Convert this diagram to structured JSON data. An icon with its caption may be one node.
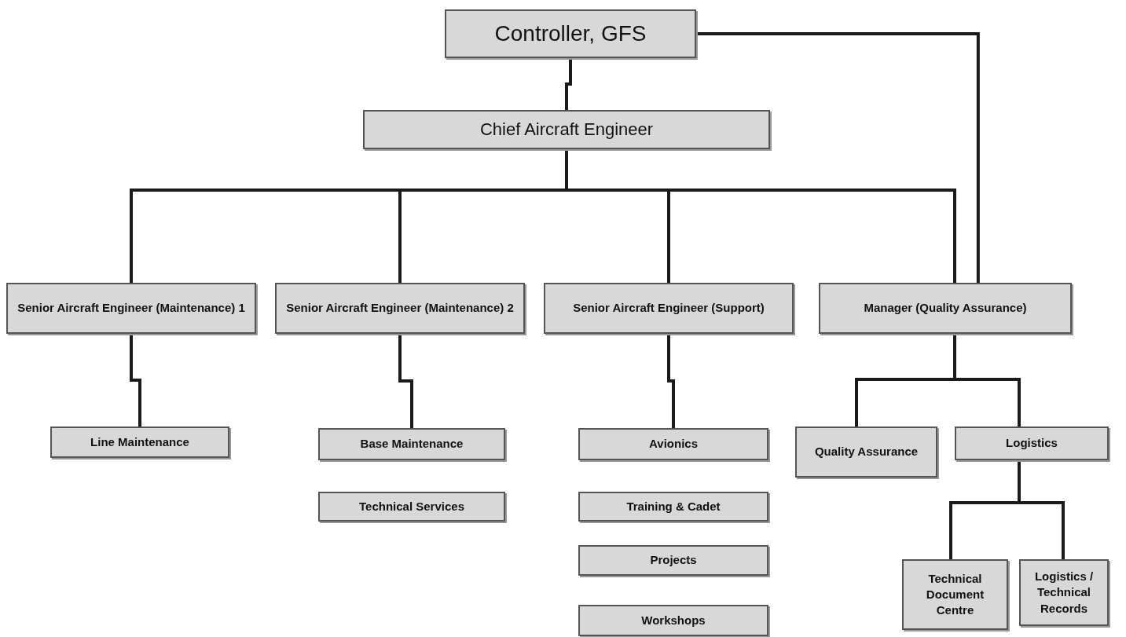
{
  "diagram": {
    "nodes": [
      {
        "text": [
          "Controller, GFS"
        ]
      },
      {
        "text": [
          "Chief Aircraft Engineer"
        ]
      },
      {
        "text": [
          "Senior Aircraft Engineer (Maintenance) 1"
        ]
      },
      {
        "text": [
          "Senior Aircraft Engineer (Maintenance) 2"
        ]
      },
      {
        "text": [
          "Senior Aircraft Engineer (Support)"
        ]
      },
      {
        "text": [
          "Manager (Quality Assurance)"
        ]
      },
      {
        "text": [
          "Line Maintenance"
        ]
      },
      {
        "text": [
          "Base Maintenance"
        ]
      },
      {
        "text": [
          "Technical Services"
        ]
      },
      {
        "text": [
          "Avionics"
        ]
      },
      {
        "text": [
          "Training & Cadet"
        ]
      },
      {
        "text": [
          "Projects"
        ]
      },
      {
        "text": [
          "Workshops"
        ]
      },
      {
        "text": [
          "Quality Assurance"
        ]
      },
      {
        "text": [
          "Logistics"
        ]
      },
      {
        "text": [
          "Technical Document Centre"
        ]
      },
      {
        "text": [
          "Logistics / Technical Records"
        ]
      }
    ],
    "edges": [
      {
        "from": 0,
        "to": 1,
        "arrow": "none"
      },
      {
        "from": 0,
        "to": 5,
        "arrow": "none"
      },
      {
        "from": 1,
        "to": 2,
        "arrow": "none"
      },
      {
        "from": 1,
        "to": 3,
        "arrow": "none"
      },
      {
        "from": 1,
        "to": 4,
        "arrow": "none"
      },
      {
        "from": 1,
        "to": 5,
        "arrow": "none"
      },
      {
        "from": 2,
        "to": 6,
        "arrow": "none"
      },
      {
        "from": 3,
        "to": 7,
        "arrow": "none"
      },
      {
        "from": 4,
        "to": 9,
        "arrow": "none"
      },
      {
        "from": 5,
        "to": 13,
        "arrow": "none"
      },
      {
        "from": 5,
        "to": 14,
        "arrow": "none"
      },
      {
        "from": 14,
        "to": 15,
        "arrow": "none"
      },
      {
        "from": 14,
        "to": 16,
        "arrow": "none"
      }
    ]
  }
}
